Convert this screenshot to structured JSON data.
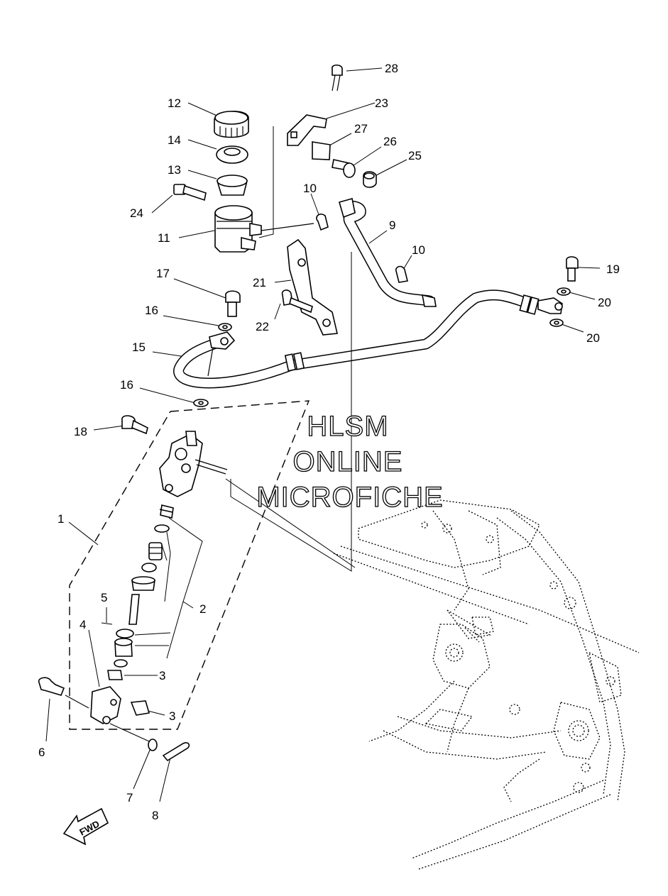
{
  "diagram": {
    "callouts": [
      {
        "id": "c1",
        "text": "1"
      },
      {
        "id": "c2",
        "text": "2"
      },
      {
        "id": "c3a",
        "text": "3"
      },
      {
        "id": "c3b",
        "text": "3"
      },
      {
        "id": "c4",
        "text": "4"
      },
      {
        "id": "c5",
        "text": "5"
      },
      {
        "id": "c6",
        "text": "6"
      },
      {
        "id": "c7",
        "text": "7"
      },
      {
        "id": "c8",
        "text": "8"
      },
      {
        "id": "c9",
        "text": "9"
      },
      {
        "id": "c10a",
        "text": "10"
      },
      {
        "id": "c10b",
        "text": "10"
      },
      {
        "id": "c11",
        "text": "11"
      },
      {
        "id": "c12",
        "text": "12"
      },
      {
        "id": "c13",
        "text": "13"
      },
      {
        "id": "c14",
        "text": "14"
      },
      {
        "id": "c15",
        "text": "15"
      },
      {
        "id": "c16a",
        "text": "16"
      },
      {
        "id": "c16b",
        "text": "16"
      },
      {
        "id": "c17",
        "text": "17"
      },
      {
        "id": "c18",
        "text": "18"
      },
      {
        "id": "c19",
        "text": "19"
      },
      {
        "id": "c20a",
        "text": "20"
      },
      {
        "id": "c20b",
        "text": "20"
      },
      {
        "id": "c21",
        "text": "21"
      },
      {
        "id": "c22",
        "text": "22"
      },
      {
        "id": "c23",
        "text": "23"
      },
      {
        "id": "c24",
        "text": "24"
      },
      {
        "id": "c25",
        "text": "25"
      },
      {
        "id": "c26",
        "text": "26"
      },
      {
        "id": "c27",
        "text": "27"
      },
      {
        "id": "c28",
        "text": "28"
      }
    ],
    "fwd_arrow_label": "FWD"
  },
  "watermark": {
    "line1": "HLSM",
    "line2": "ONLINE",
    "line3": "MICROFICHE"
  }
}
